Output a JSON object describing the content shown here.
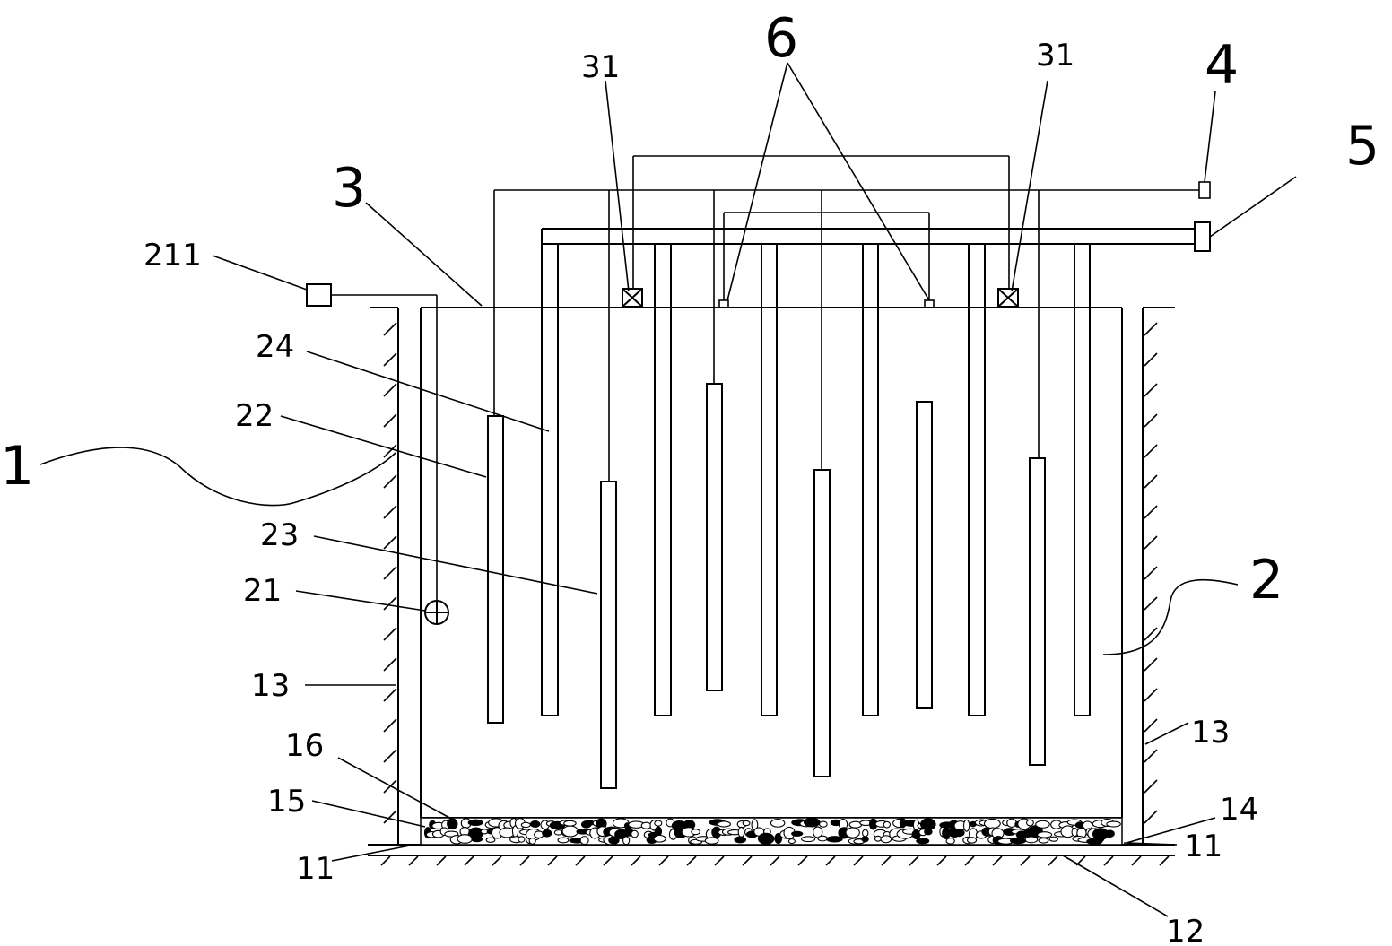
{
  "labels": {
    "L1": "1",
    "L2": "2",
    "L3": "3",
    "L4": "4",
    "L5": "5",
    "L6": "6",
    "L11a": "11",
    "L11b": "11",
    "L12": "12",
    "L13a": "13",
    "L13b": "13",
    "L14": "14",
    "L15": "15",
    "L16": "16",
    "L21": "21",
    "L22": "22",
    "L23": "23",
    "L24": "24",
    "L211": "211",
    "L31a": "31",
    "L31b": "31"
  }
}
